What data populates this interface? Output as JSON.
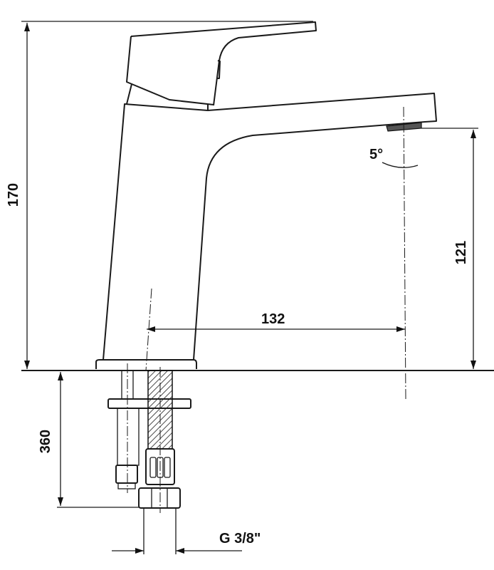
{
  "dimensions": {
    "total_height": "170",
    "spout_height": "121",
    "spout_reach": "132",
    "spout_angle": "5°",
    "hose_length": "360",
    "connection_thread": "G 3/8\""
  }
}
